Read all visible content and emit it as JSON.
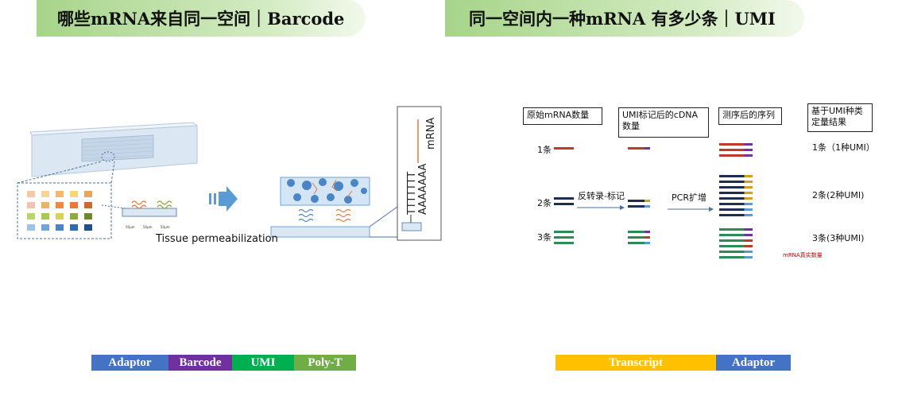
{
  "headers": {
    "left": "哪些mRNA来自同一空间｜Barcode",
    "right": "同一空间内一种mRNA 有多少条｜UMI"
  },
  "left_diagram": {
    "caption": "Tissue permeabilization",
    "scale_labels": [
      "50μm",
      "50μm",
      "50μm"
    ],
    "oligo_t": "TTTTTTT",
    "oligo_a": "AAAAAAA",
    "mrna_label": "mRNA"
  },
  "right_diagram": {
    "col_headers": [
      "原始mRNA数量",
      "UMI标记后的cDNA数量",
      "测序后的序列",
      "基于UMI种类定量结果"
    ],
    "row_labels": [
      "1条",
      "2条",
      "3条"
    ],
    "arrow_labels": [
      "反转录-标记",
      "PCR扩增"
    ],
    "results": [
      "1条（1种UMI）",
      "2条(2种UMI)",
      "3条(3种UMI)"
    ],
    "footnote": "mRNA真实数量"
  },
  "bottom_left_bar": [
    {
      "label": "Adaptor",
      "color": "#4472c4"
    },
    {
      "label": "Barcode",
      "color": "#7030a0"
    },
    {
      "label": "UMI",
      "color": "#00b050"
    },
    {
      "label": "Poly-T",
      "color": "#70ad47"
    }
  ],
  "bottom_right_bar": [
    {
      "label": "Transcript",
      "color": "#ffc000"
    },
    {
      "label": "Adaptor",
      "color": "#4472c4"
    }
  ]
}
